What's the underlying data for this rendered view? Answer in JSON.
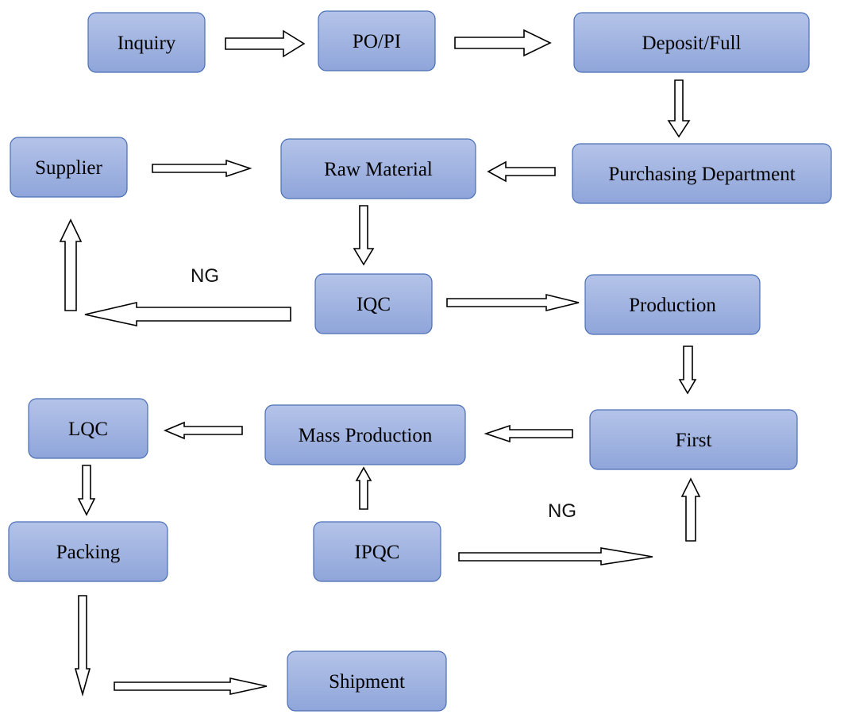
{
  "diagram": {
    "nodes": {
      "inquiry": "Inquiry",
      "po_pi": "PO/PI",
      "deposit_full": "Deposit/Full",
      "supplier": "Supplier",
      "raw_material": "Raw Material",
      "purchasing_department": "Purchasing Department",
      "iqc": "IQC",
      "production": "Production",
      "lqc": "LQC",
      "mass_production": "Mass Production",
      "first": "First",
      "packing": "Packing",
      "ipqc": "IPQC",
      "shipment": "Shipment"
    },
    "labels": {
      "ng_iqc": "NG",
      "ng_ipqc": "NG"
    },
    "colors": {
      "box_fill_top": "#b4c3e8",
      "box_fill_bottom": "#8fa5da",
      "box_border": "#4a6fb5",
      "arrow_fill": "#ffffff",
      "arrow_stroke": "#000000"
    }
  }
}
